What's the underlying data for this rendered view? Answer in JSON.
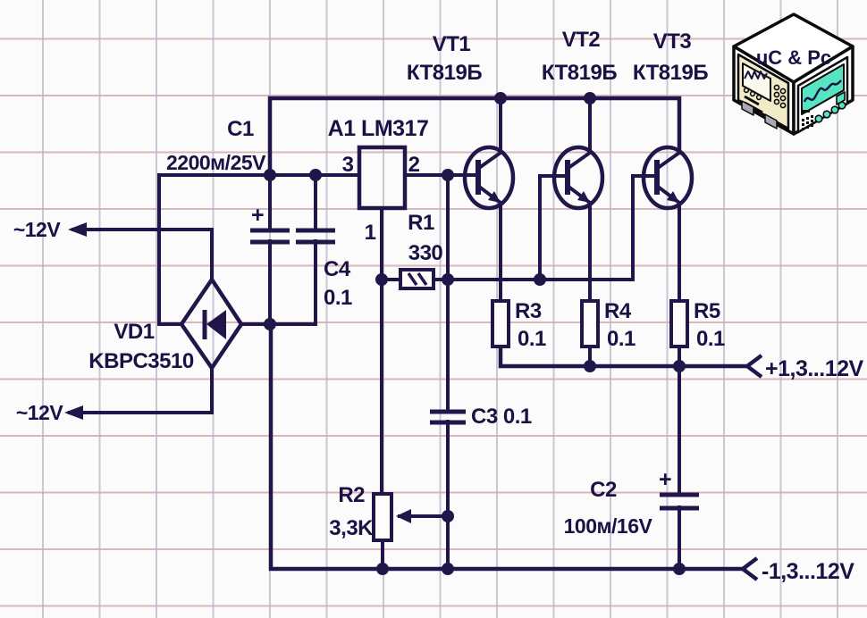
{
  "schematic": {
    "kind": "power-supply circuit diagram",
    "colors": {
      "wire": "#20164a",
      "text": "#1a1145",
      "grid_horizontal": "#cda6ab",
      "grid_vertical": "#b9b4c6",
      "background": "#fcfbfb",
      "logo_screen_teal": "#55e5c2",
      "logo_body_beige": "#f1ebc8"
    },
    "ac_input": {
      "top_label": "~12V",
      "bottom_label": "~12V"
    },
    "bridge": {
      "ref": "VD1",
      "part": "KBPC3510"
    },
    "capacitors": {
      "c1_ref": "C1",
      "c1_value": "2200м/25V",
      "c1_plus": "+",
      "c4_ref": "C4",
      "c4_value": "0.1",
      "c3_label": "C3 0.1",
      "c2_ref": "C2",
      "c2_value": "100м/16V",
      "c2_plus": "+"
    },
    "regulator": {
      "label": "A1 LM317",
      "pin_input": "3",
      "pin_output": "2",
      "pin_adjust": "1"
    },
    "resistors": {
      "r1_ref": "R1",
      "r1_value": "330",
      "r2_ref": "R2",
      "r2_value": "3,3K",
      "r3_ref": "R3",
      "r3_value": "0.1",
      "r4_ref": "R4",
      "r4_value": "0.1",
      "r5_ref": "R5",
      "r5_value": "0.1"
    },
    "transistors": {
      "vt1_ref": "VT1",
      "vt1_part": "КТ819Б",
      "vt2_ref": "VT2",
      "vt2_part": "КТ819Б",
      "vt3_ref": "VT3",
      "vt3_part": "КТ819Б"
    },
    "outputs": {
      "positive": "+1,3...12V",
      "negative": "-1,3...12V"
    }
  },
  "logo": {
    "caption": "uC & Pc"
  }
}
